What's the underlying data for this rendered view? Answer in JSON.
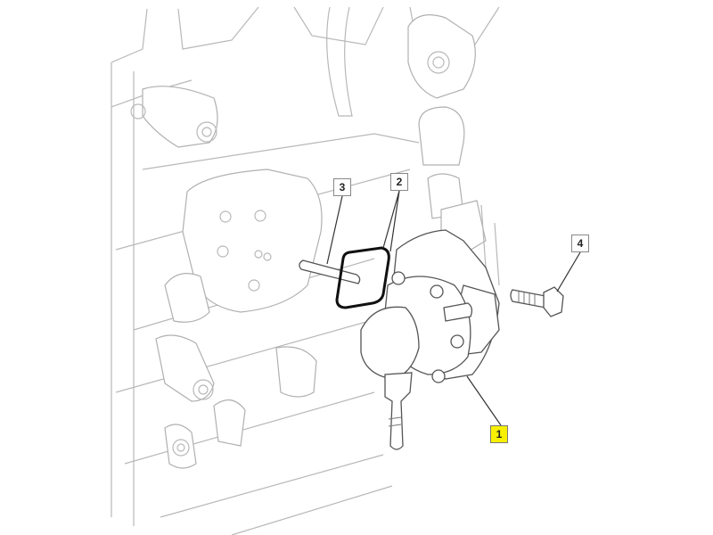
{
  "diagram": {
    "callouts": [
      {
        "id": "1",
        "label": "1",
        "part": "pump",
        "highlighted": true
      },
      {
        "id": "2",
        "label": "2",
        "part": "seal-ring",
        "highlighted": false
      },
      {
        "id": "3",
        "label": "3",
        "part": "dowel-pin",
        "highlighted": false
      },
      {
        "id": "4",
        "label": "4",
        "part": "bolt",
        "highlighted": false
      }
    ],
    "colors": {
      "highlight": "#f7f000",
      "linework": "#b8b8b8",
      "part": "#555555"
    }
  }
}
